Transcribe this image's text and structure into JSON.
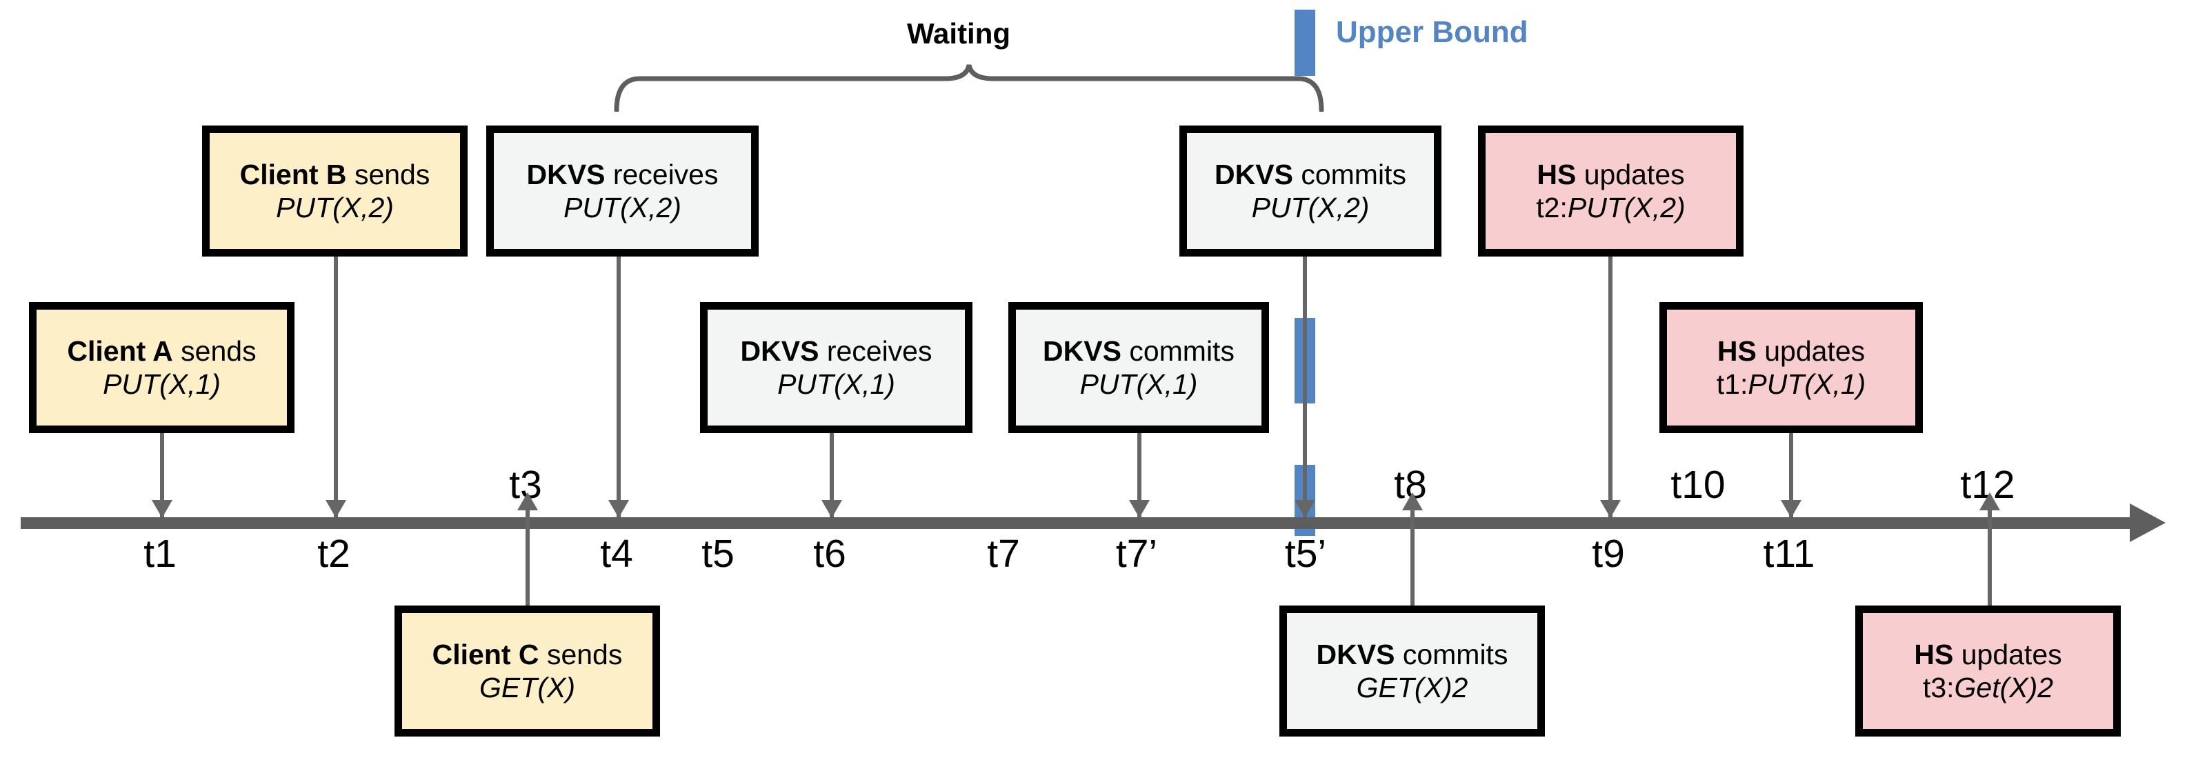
{
  "diagram": {
    "title_annotation": "Waiting",
    "upper_bound_label": "Upper Bound",
    "accent_blue": "#5384c4",
    "client_fill": "#fdf0c9",
    "dkvs_fill": "#f2f5f4",
    "hs_fill": "#f8cdcf",
    "axis_color": "#5e5e5e",
    "connector_color": "#666666"
  },
  "boxes": [
    {
      "id": "client-a-sends",
      "kind": "client",
      "line1_bold": "Client A",
      "line1_rest": " sends",
      "line2_plain": "",
      "line2_italic": "PUT(X,1)",
      "tick": "t1"
    },
    {
      "id": "client-b-sends",
      "kind": "client",
      "line1_bold": "Client B",
      "line1_rest": " sends",
      "line2_plain": "",
      "line2_italic": "PUT(X,2)",
      "tick": "t2"
    },
    {
      "id": "client-c-sends",
      "kind": "client",
      "line1_bold": "Client C",
      "line1_rest": " sends",
      "line2_plain": "",
      "line2_italic": "GET(X)",
      "tick": "t3"
    },
    {
      "id": "dkvs-receives-put-x-2",
      "kind": "dkvs",
      "line1_bold": "DKVS",
      "line1_rest": " receives",
      "line2_plain": "",
      "line2_italic": "PUT(X,2)",
      "tick": "t4"
    },
    {
      "id": "dkvs-receives-put-x-1",
      "kind": "dkvs",
      "line1_bold": "DKVS",
      "line1_rest": " receives",
      "line2_plain": "",
      "line2_italic": "PUT(X,1)",
      "tick": "t6"
    },
    {
      "id": "dkvs-commits-put-x-1",
      "kind": "dkvs",
      "line1_bold": "DKVS",
      "line1_rest": " commits",
      "line2_plain": "",
      "line2_italic": "PUT(X,1)",
      "tick": "t7'"
    },
    {
      "id": "dkvs-commits-put-x-2",
      "kind": "dkvs",
      "line1_bold": "DKVS",
      "line1_rest": " commits",
      "line2_plain": "",
      "line2_italic": "PUT(X,2)",
      "tick": "t5'"
    },
    {
      "id": "dkvs-commits-get-x-2",
      "kind": "dkvs",
      "line1_bold": "DKVS",
      "line1_rest": " commits",
      "line2_plain": "",
      "line2_italic": "GET(X)2",
      "tick": "t8"
    },
    {
      "id": "hs-updates-t2",
      "kind": "hs",
      "line1_bold": "HS",
      "line1_rest": " updates",
      "line2_plain": "t2:",
      "line2_italic": "PUT(X,2)",
      "tick": "t9"
    },
    {
      "id": "hs-updates-t1",
      "kind": "hs",
      "line1_bold": "HS",
      "line1_rest": " updates",
      "line2_plain": "t1:",
      "line2_italic": "PUT(X,1)",
      "tick": "t11"
    },
    {
      "id": "hs-updates-t3",
      "kind": "hs",
      "line1_bold": "HS",
      "line1_rest": " updates",
      "line2_plain": "t3:",
      "line2_italic": "Get(X)2",
      "tick": "t12"
    }
  ],
  "timeline": {
    "ticks": [
      {
        "label": "t1",
        "position": "below"
      },
      {
        "label": "t2",
        "position": "below"
      },
      {
        "label": "t3",
        "position": "above"
      },
      {
        "label": "t4",
        "position": "below"
      },
      {
        "label": "t5",
        "position": "below"
      },
      {
        "label": "t6",
        "position": "below"
      },
      {
        "label": "t7",
        "position": "below"
      },
      {
        "label": "t7’",
        "position": "below"
      },
      {
        "label": "t5’",
        "position": "below"
      },
      {
        "label": "t8",
        "position": "above"
      },
      {
        "label": "t9",
        "position": "below"
      },
      {
        "label": "t10",
        "position": "above"
      },
      {
        "label": "t11",
        "position": "below"
      },
      {
        "label": "t12",
        "position": "above"
      }
    ]
  }
}
